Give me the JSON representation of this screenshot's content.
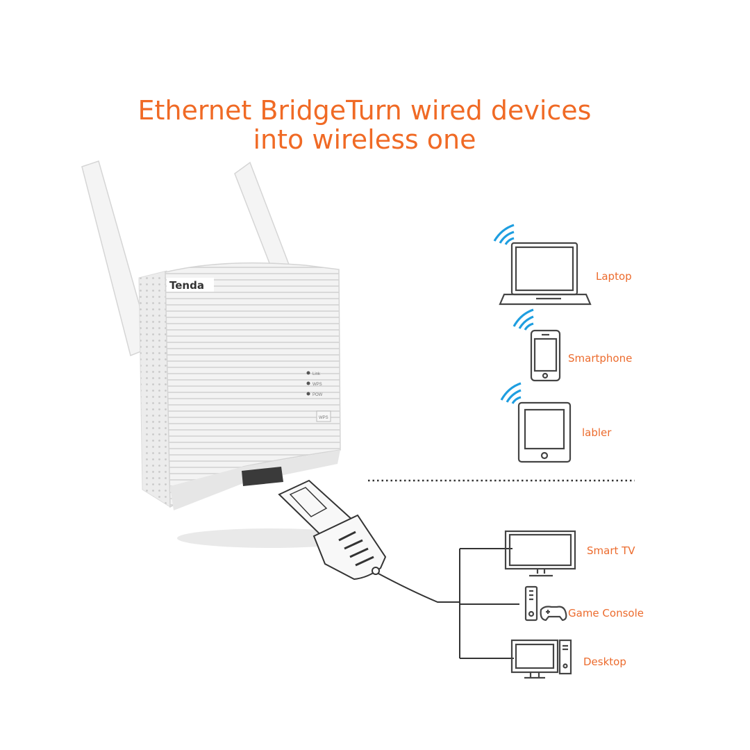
{
  "title": {
    "line1": "Ethernet BridgeTurn wired devices",
    "line2": "into wireless one"
  },
  "brand": {
    "logo_text": "Tenda"
  },
  "device_leds": {
    "led1": "Link",
    "led2": "WPS",
    "led3": "POW",
    "button": "WPS"
  },
  "wireless_devices": [
    {
      "label": "Laptop",
      "icon": "laptop-icon"
    },
    {
      "label": "Smartphone",
      "icon": "smartphone-icon"
    },
    {
      "label": "labler",
      "icon": "tablet-icon"
    }
  ],
  "wired_devices": [
    {
      "label": "Smart TV",
      "icon": "tv-icon"
    },
    {
      "label": "Game Console",
      "icon": "game-console-icon"
    },
    {
      "label": "Desktop",
      "icon": "desktop-icon"
    }
  ],
  "colors": {
    "accent": "#f06a25",
    "wifi": "#1e9ee0",
    "line": "#333333"
  }
}
